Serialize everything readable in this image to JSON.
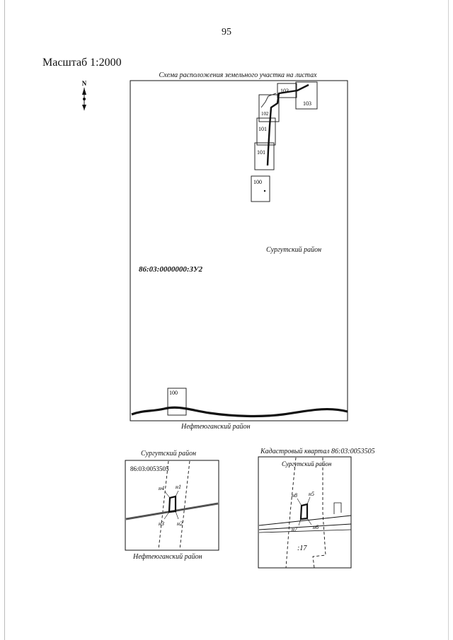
{
  "page": {
    "number": "95",
    "scale": "Масштаб 1:2000"
  },
  "north_label": "N",
  "main_map": {
    "title": "Схема расположения земельного участка на листах",
    "parcel_id": "86:03:0000000:ЗУ2",
    "district_north": "Сургутский район",
    "district_south": "Нефтеюганский район",
    "sheets": [
      "103",
      "103",
      "102",
      "101",
      "101",
      "100",
      "100"
    ]
  },
  "inset_left": {
    "title": "Сургутский район",
    "quarter": "86:03:0053505",
    "points": [
      "н4",
      "н1",
      "н3",
      "н2"
    ],
    "caption": "Нефтеюганский район"
  },
  "inset_right": {
    "title": "Кадастровый квартал 86:03:0053505",
    "subtitle": "Сургутский район",
    "points": [
      "н8",
      "н5",
      "н7",
      "н6"
    ],
    "parcel": ":17"
  }
}
